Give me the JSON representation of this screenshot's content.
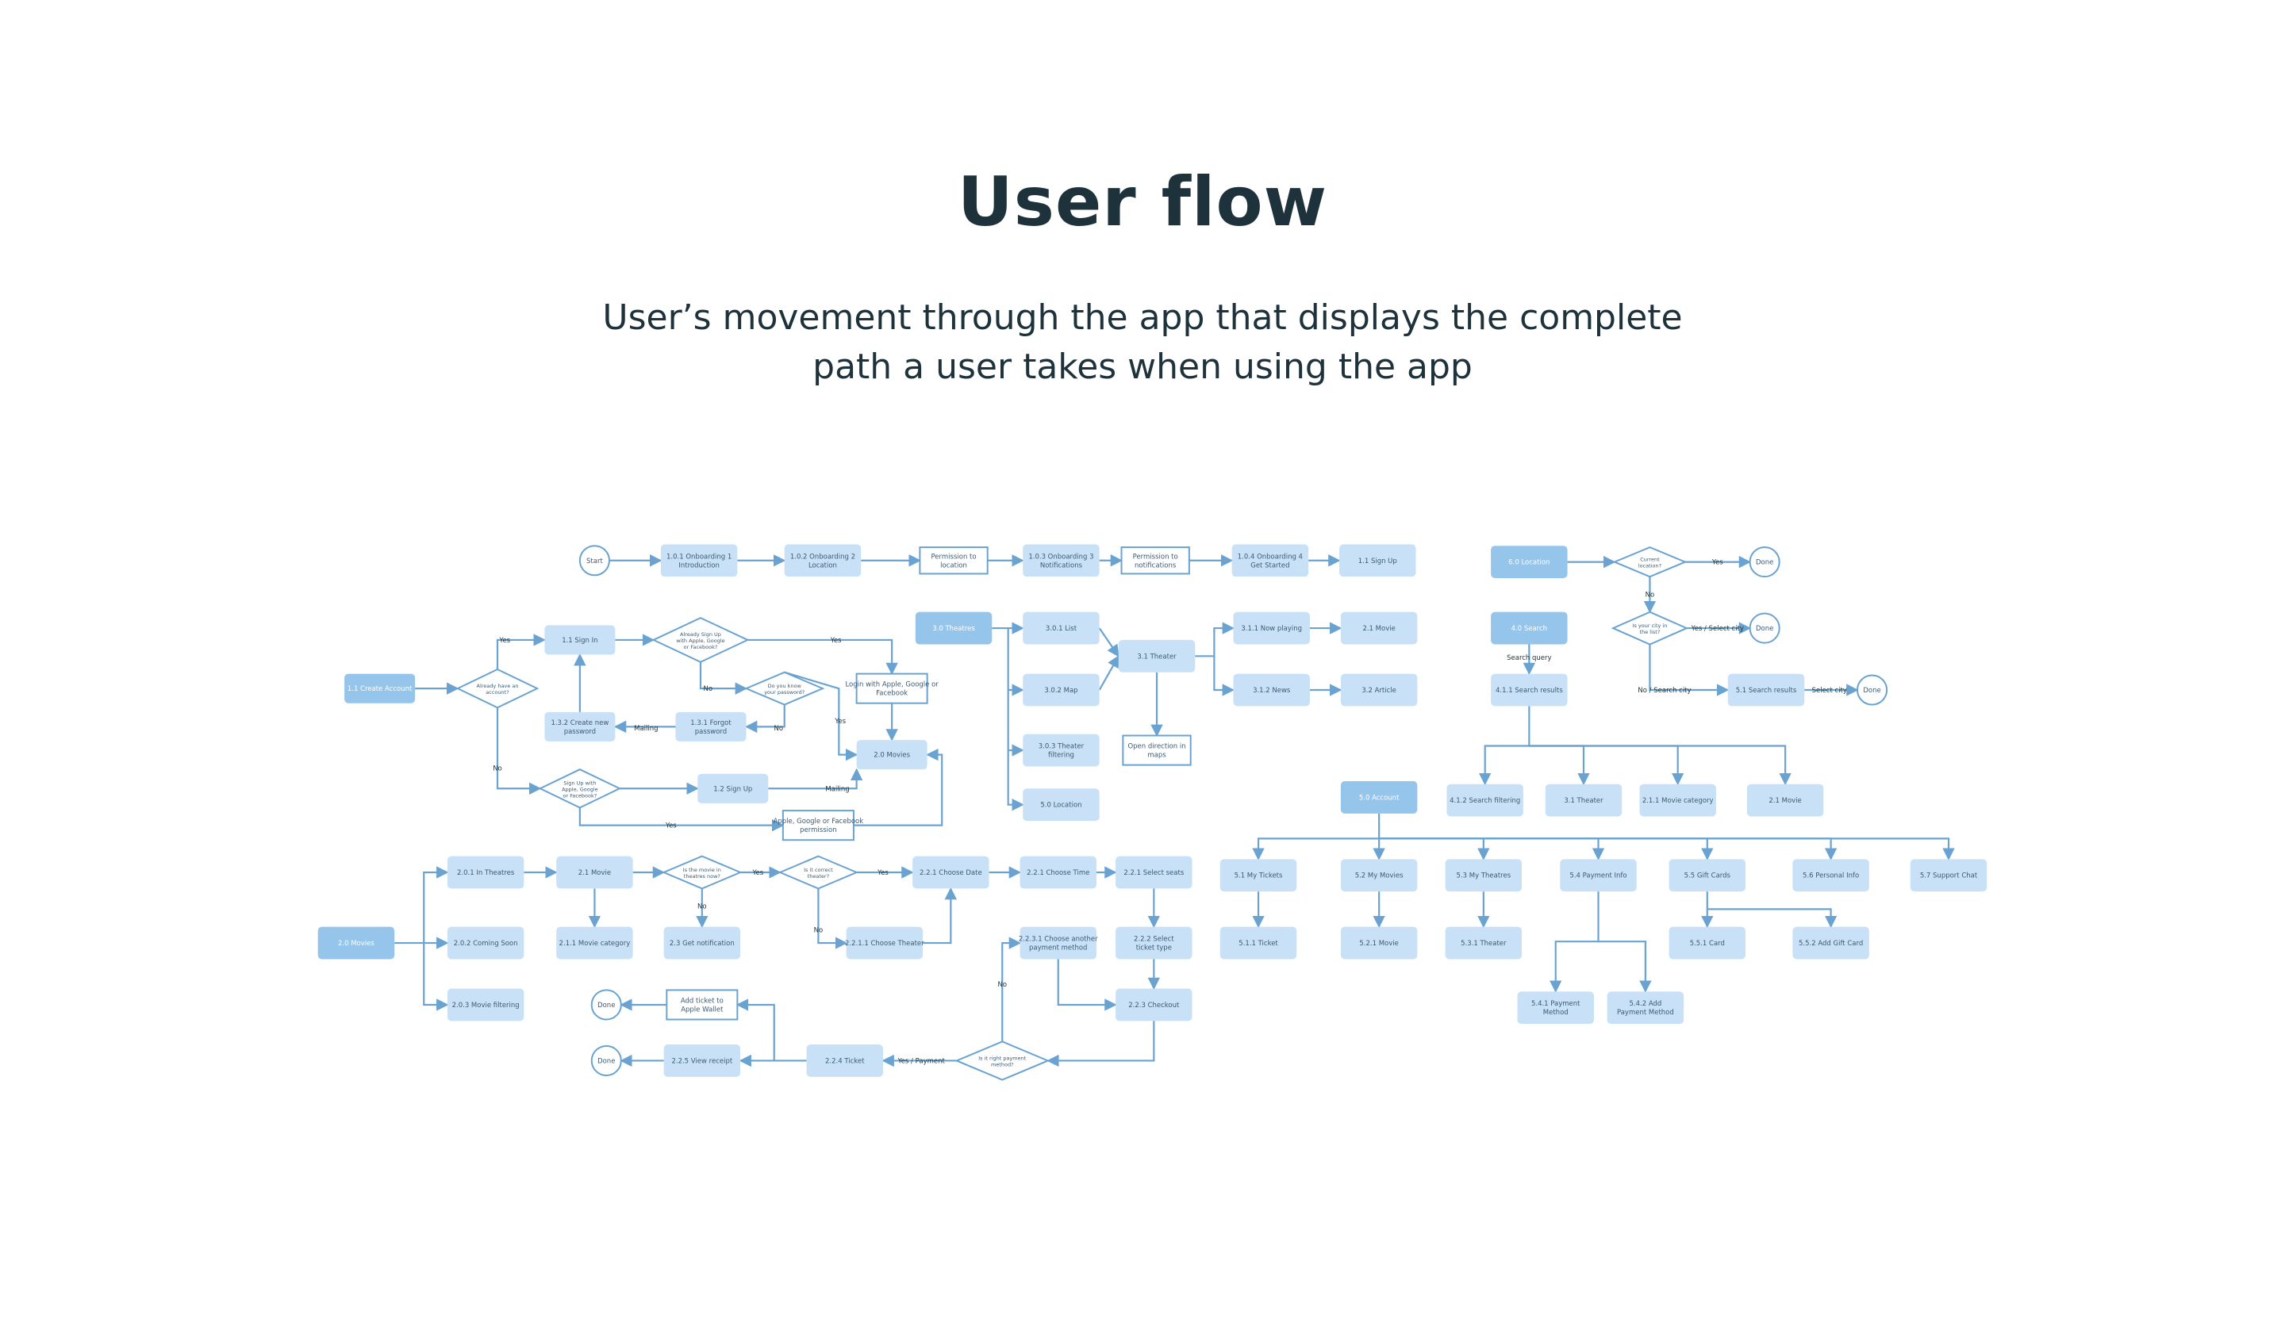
{
  "title": "User flow",
  "subtitle": {
    "line1": "User’s movement through the app that displays the complete",
    "line2": "path a user takes when using the app"
  },
  "colors": {
    "title": "#1e323c",
    "node_fill": "#c8e1f7",
    "node_fill_dark": "#96c5ec",
    "edge": "#6aa3d1"
  },
  "flow": {
    "nodes": [
      {
        "id": "start",
        "shape": "circle",
        "lines": [
          "Start"
        ]
      },
      {
        "id": "n101",
        "shape": "rect",
        "lines": [
          "1.0.1 Onboarding 1",
          "Introduction"
        ]
      },
      {
        "id": "n102",
        "shape": "rect",
        "lines": [
          "1.0.2 Onboarding 2",
          "Location"
        ]
      },
      {
        "id": "perm_loc",
        "shape": "box",
        "lines": [
          "Permission to",
          "location"
        ]
      },
      {
        "id": "n103",
        "shape": "rect",
        "lines": [
          "1.0.3 Onboarding 3",
          "Notifications"
        ]
      },
      {
        "id": "perm_not",
        "shape": "box",
        "lines": [
          "Permission to",
          "notifications"
        ]
      },
      {
        "id": "n104",
        "shape": "rect",
        "lines": [
          "1.0.4 Onboarding 4",
          "Get Started"
        ]
      },
      {
        "id": "n11su",
        "shape": "rect",
        "lines": [
          "1.1 Sign Up"
        ]
      },
      {
        "id": "n11ca",
        "shape": "dark",
        "lines": [
          "1.1 Create Account"
        ]
      },
      {
        "id": "d_acc",
        "shape": "diamond",
        "lines": [
          "Already have an",
          "account?"
        ]
      },
      {
        "id": "n11si",
        "shape": "rect",
        "lines": [
          "1.1 Sign In"
        ]
      },
      {
        "id": "d_signed",
        "shape": "diamond",
        "lines": [
          "Already Sign Up",
          "with Apple, Google",
          "or Facebook?"
        ]
      },
      {
        "id": "d_pw",
        "shape": "diamond",
        "lines": [
          "Do you know",
          "your password?"
        ]
      },
      {
        "id": "login_box",
        "shape": "box",
        "lines": [
          "Login with Apple, Google or",
          "Facebook"
        ]
      },
      {
        "id": "n20m",
        "shape": "rect",
        "lines": [
          "2.0 Movies"
        ]
      },
      {
        "id": "n131",
        "shape": "rect",
        "lines": [
          "1.3.1 Forgot",
          "password"
        ]
      },
      {
        "id": "n132",
        "shape": "rect",
        "lines": [
          "1.3.2 Create new",
          "password"
        ]
      },
      {
        "id": "d_signup",
        "shape": "diamond",
        "lines": [
          "Sign Up with",
          "Apple, Google",
          "or Facebook?"
        ]
      },
      {
        "id": "n12su",
        "shape": "rect",
        "lines": [
          "1.2 Sign Up"
        ]
      },
      {
        "id": "perm_afg",
        "shape": "box",
        "lines": [
          "Apple, Google or Facebook",
          "permission"
        ]
      },
      {
        "id": "n30t",
        "shape": "dark",
        "lines": [
          "3.0 Theatres"
        ]
      },
      {
        "id": "n301",
        "shape": "rect",
        "lines": [
          "3.0.1 List"
        ]
      },
      {
        "id": "n302",
        "shape": "rect",
        "lines": [
          "3.0.2 Map"
        ]
      },
      {
        "id": "n303",
        "shape": "rect",
        "lines": [
          "3.0.3 Theater",
          "filtering"
        ]
      },
      {
        "id": "n50l",
        "shape": "rect",
        "lines": [
          "5.0 Location"
        ]
      },
      {
        "id": "n31t",
        "shape": "rect",
        "lines": [
          "3.1 Theater"
        ]
      },
      {
        "id": "open_dir",
        "shape": "box",
        "lines": [
          "Open direction in",
          "maps"
        ]
      },
      {
        "id": "n311",
        "shape": "rect",
        "lines": [
          "3.1.1 Now playing"
        ]
      },
      {
        "id": "n312",
        "shape": "rect",
        "lines": [
          "3.1.2 News"
        ]
      },
      {
        "id": "n21mv_a",
        "shape": "rect",
        "lines": [
          "2.1 Movie"
        ]
      },
      {
        "id": "n32a",
        "shape": "rect",
        "lines": [
          "3.2 Article"
        ]
      },
      {
        "id": "n60loc",
        "shape": "dark",
        "lines": [
          "6.0 Location"
        ]
      },
      {
        "id": "d_cur",
        "shape": "diamond",
        "lines": [
          "Current",
          "location?"
        ]
      },
      {
        "id": "done1",
        "shape": "circle",
        "lines": [
          "Done"
        ]
      },
      {
        "id": "d_city",
        "shape": "diamond",
        "lines": [
          "Is your city in",
          "the list?"
        ]
      },
      {
        "id": "done2",
        "shape": "circle",
        "lines": [
          "Done"
        ]
      },
      {
        "id": "n51sr",
        "shape": "rect",
        "lines": [
          "5.1 Search results"
        ]
      },
      {
        "id": "done3",
        "shape": "circle",
        "lines": [
          "Done"
        ]
      },
      {
        "id": "n40s",
        "shape": "dark",
        "lines": [
          "4.0 Search"
        ]
      },
      {
        "id": "n411",
        "shape": "rect",
        "lines": [
          "4.1.1 Search results"
        ]
      },
      {
        "id": "n412",
        "shape": "rect",
        "lines": [
          "4.1.2 Search filtering"
        ]
      },
      {
        "id": "n31t_b",
        "shape": "rect",
        "lines": [
          "3.1 Theater"
        ]
      },
      {
        "id": "n211_b",
        "shape": "rect",
        "lines": [
          "2.1.1 Movie category"
        ]
      },
      {
        "id": "n21mv_b",
        "shape": "rect",
        "lines": [
          "2.1 Movie"
        ]
      },
      {
        "id": "n50a",
        "shape": "dark",
        "lines": [
          "5.0 Account"
        ]
      },
      {
        "id": "n51mt",
        "shape": "rect",
        "lines": [
          "5.1 My Tickets"
        ]
      },
      {
        "id": "n52mm",
        "shape": "rect",
        "lines": [
          "5.2 My Movies"
        ]
      },
      {
        "id": "n53mt",
        "shape": "rect",
        "lines": [
          "5.3 My Theatres"
        ]
      },
      {
        "id": "n54pi",
        "shape": "rect",
        "lines": [
          "5.4 Payment Info"
        ]
      },
      {
        "id": "n55gc",
        "shape": "rect",
        "lines": [
          "5.5 Gift Cards"
        ]
      },
      {
        "id": "n56pi",
        "shape": "rect",
        "lines": [
          "5.6 Personal Info"
        ]
      },
      {
        "id": "n57sc",
        "shape": "rect",
        "lines": [
          "5.7 Support Chat"
        ]
      },
      {
        "id": "n511",
        "shape": "rect",
        "lines": [
          "5.1.1 Ticket"
        ]
      },
      {
        "id": "n521",
        "shape": "rect",
        "lines": [
          "5.2.1 Movie"
        ]
      },
      {
        "id": "n531",
        "shape": "rect",
        "lines": [
          "5.3.1 Theater"
        ]
      },
      {
        "id": "n551",
        "shape": "rect",
        "lines": [
          "5.5.1 Card"
        ]
      },
      {
        "id": "n552",
        "shape": "rect",
        "lines": [
          "5.5.2 Add Gift Card"
        ]
      },
      {
        "id": "n541",
        "shape": "rect",
        "lines": [
          "5.4.1 Payment",
          "Method"
        ]
      },
      {
        "id": "n542",
        "shape": "rect",
        "lines": [
          "5.4.2 Add",
          "Payment Method"
        ]
      },
      {
        "id": "n20mv",
        "shape": "dark",
        "lines": [
          "2.0 Movies"
        ]
      },
      {
        "id": "n201",
        "shape": "rect",
        "lines": [
          "2.0.1 In Theatres"
        ]
      },
      {
        "id": "n202",
        "shape": "rect",
        "lines": [
          "2.0.2 Coming Soon"
        ]
      },
      {
        "id": "n203",
        "shape": "rect",
        "lines": [
          "2.0.3 Movie filtering"
        ]
      },
      {
        "id": "n21mv_c",
        "shape": "rect",
        "lines": [
          "2.1 Movie"
        ]
      },
      {
        "id": "n211_c",
        "shape": "rect",
        "lines": [
          "2.1.1 Movie category"
        ]
      },
      {
        "id": "d_inth",
        "shape": "diamond",
        "lines": [
          "Is the movie in",
          "theatres now?"
        ]
      },
      {
        "id": "n23gn",
        "shape": "rect",
        "lines": [
          "2.3 Get notification"
        ]
      },
      {
        "id": "d_corr",
        "shape": "diamond",
        "lines": [
          "Is it correct",
          "theater?"
        ]
      },
      {
        "id": "n2211ct",
        "shape": "rect",
        "lines": [
          "2.2.1.1 Choose Theater"
        ]
      },
      {
        "id": "n221cd",
        "shape": "rect",
        "lines": [
          "2.2.1 Choose Date"
        ]
      },
      {
        "id": "n221ct",
        "shape": "rect",
        "lines": [
          "2.2.1 Choose Time"
        ]
      },
      {
        "id": "n221ss",
        "shape": "rect",
        "lines": [
          "2.2.1 Select seats"
        ]
      },
      {
        "id": "n222",
        "shape": "rect",
        "lines": [
          "2.2.2 Select",
          "ticket type"
        ]
      },
      {
        "id": "n2231",
        "shape": "rect",
        "lines": [
          "2.2.3.1 Choose another",
          "payment method"
        ]
      },
      {
        "id": "n223",
        "shape": "rect",
        "lines": [
          "2.2.3 Checkout"
        ]
      },
      {
        "id": "d_pay",
        "shape": "diamond",
        "lines": [
          "Is it right payment",
          "method?"
        ]
      },
      {
        "id": "n224",
        "shape": "rect",
        "lines": [
          "2.2.4 Ticket"
        ]
      },
      {
        "id": "n225",
        "shape": "rect",
        "lines": [
          "2.2.5 View receipt"
        ]
      },
      {
        "id": "add_wallet",
        "shape": "box",
        "lines": [
          "Add ticket to",
          "Apple Wallet"
        ]
      },
      {
        "id": "done4",
        "shape": "circle",
        "lines": [
          "Done"
        ]
      },
      {
        "id": "done5",
        "shape": "circle",
        "lines": [
          "Done"
        ]
      }
    ],
    "edge_labels": [
      "Yes",
      "Yes",
      "No",
      "Mailing",
      "No",
      "Yes",
      "No",
      "Mailing",
      "Yes",
      "Yes",
      "No",
      "Yes / Select city",
      "No / Search city",
      "Select city",
      "Search query",
      "Yes",
      "No",
      "Yes",
      "No",
      "Yes / Payment",
      "No"
    ]
  }
}
